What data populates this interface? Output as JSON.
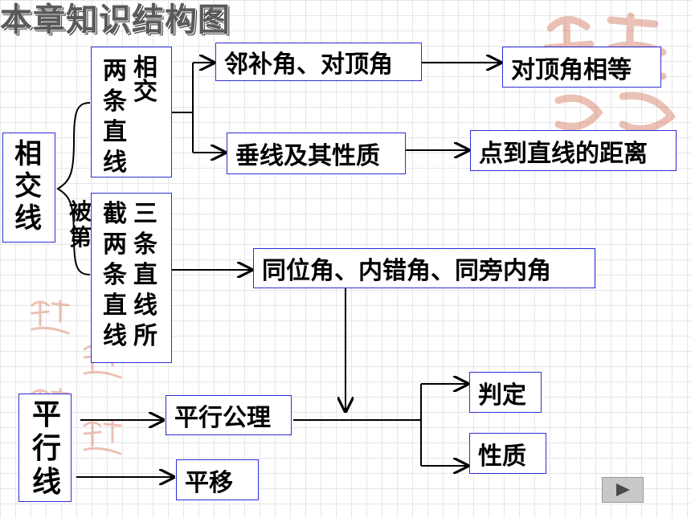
{
  "title": "本章知识结构图",
  "intersecting_lines": {
    "label": "相交线",
    "two_lines_col1": "两条直线",
    "two_lines_col2": "相  交",
    "transversal_side": "被第",
    "transversal_col1": "截 两条直线",
    "transversal_col2": "三条直线所"
  },
  "parallel_lines": {
    "label": "平行线"
  },
  "nodes": {
    "adjacent_vertical": "邻补角、对顶角",
    "vertical_equal": "对顶角相等",
    "perpendicular": "垂线及其性质",
    "point_line_distance": "点到直线的距离",
    "angles": "同位角、内错角、同旁内角",
    "parallel_axiom": "平行公理",
    "judgement": "判定",
    "properties": "性质",
    "translation": "平移"
  },
  "colors": {
    "box_border": "#2d2dd8",
    "stamp": "#c8502f",
    "grid": "#e6e6e6"
  },
  "icons": {
    "next": "play-next-icon",
    "stamp": "seal-stamp-icon"
  }
}
